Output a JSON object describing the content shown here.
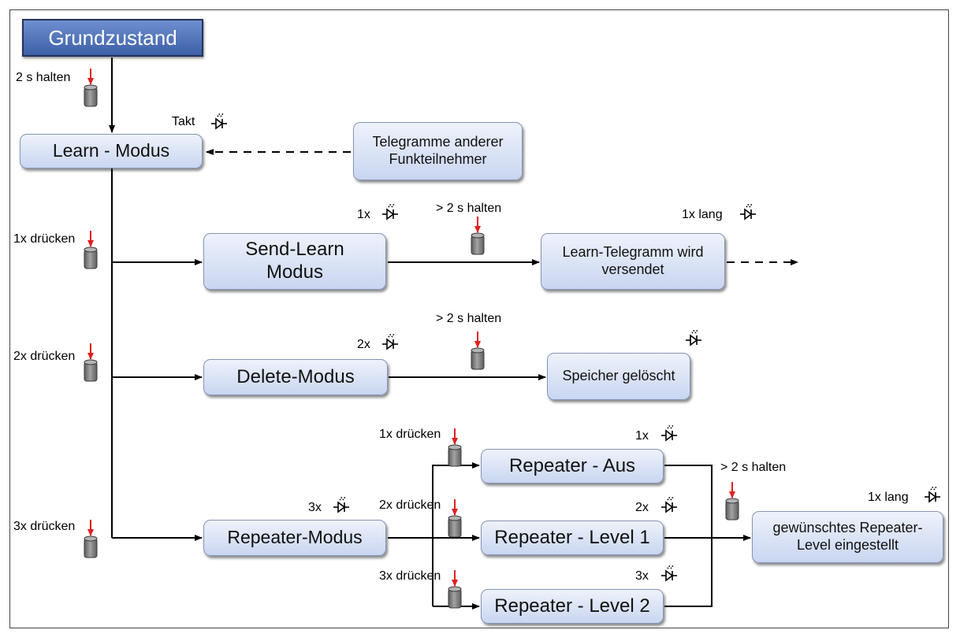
{
  "title": "Grundzustand",
  "boxes": {
    "learn_modus": "Learn - Modus",
    "telegramme": "Telegramme anderer Funkteilnehmer",
    "send_learn": "Send-Learn Modus",
    "learn_telegramm": "Learn-Telegramm wird versendet",
    "delete_modus": "Delete-Modus",
    "speicher": "Speicher gelöscht",
    "repeater_modus": "Repeater-Modus",
    "repeater_aus": "Repeater - Aus",
    "repeater_level1": "Repeater - Level 1",
    "repeater_level2": "Repeater - Level 2",
    "repeater_level_set": "gewünschtes Repeater-Level eingestellt"
  },
  "labels": {
    "hold_2s": "2 s halten",
    "takt": "Takt",
    "press_1x": "1x drücken",
    "press_2x": "2x drücken",
    "press_3x": "3x drücken",
    "hold_gt2s": "> 2 s halten",
    "count_1x": "1x",
    "count_2x": "2x",
    "count_3x": "3x",
    "long_1x": "1x lang"
  },
  "icons": {
    "button": "push-button-icon",
    "led": "led-blink-icon"
  },
  "colors": {
    "title_fill": "#4a6db5",
    "box_fill": "#d4def4",
    "arrow_red": "#e02020",
    "button_grey": "#808080"
  }
}
